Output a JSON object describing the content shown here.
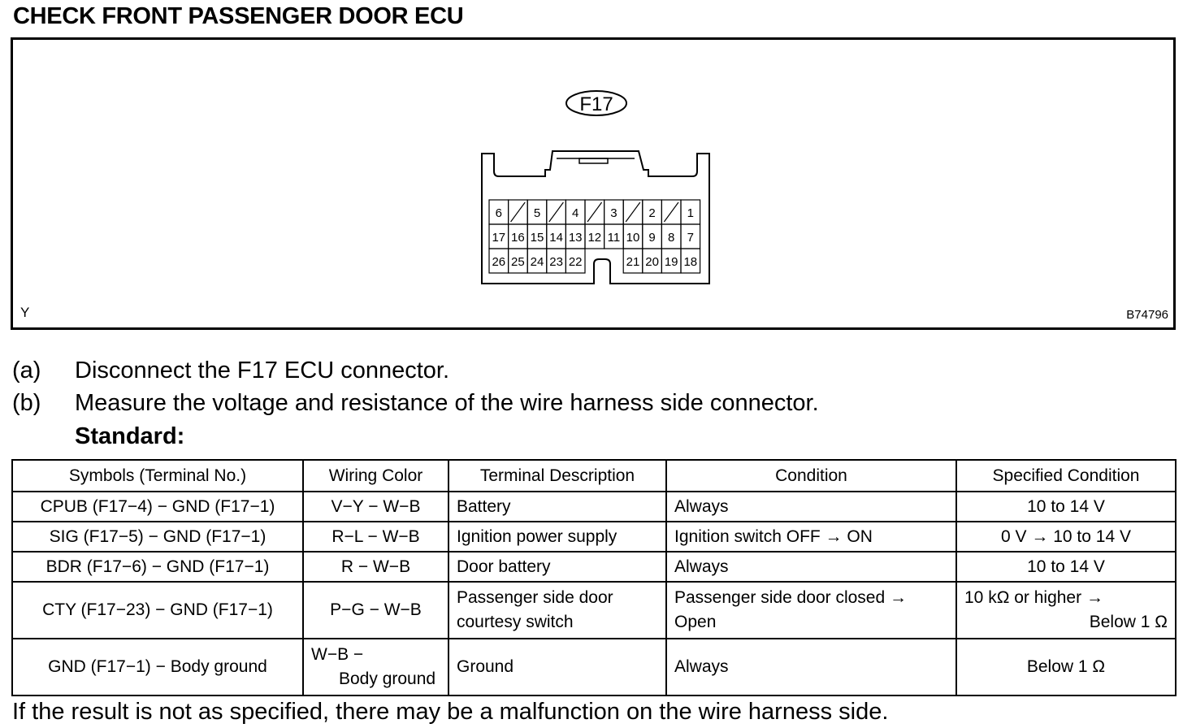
{
  "title": "CHECK FRONT PASSENGER  DOOR ECU",
  "figure": {
    "connector_label": "F17",
    "corner_letter": "Y",
    "figure_code": "B74796",
    "pins_row1": [
      "6",
      "",
      "5",
      "",
      "4",
      "",
      "3",
      "",
      "2",
      "",
      "1"
    ],
    "pins_row2": [
      "17",
      "16",
      "15",
      "14",
      "13",
      "12",
      "11",
      "10",
      "9",
      "8",
      "7"
    ],
    "pins_row3": [
      "26",
      "25",
      "24",
      "23",
      "22",
      "",
      "",
      "21",
      "20",
      "19",
      "18"
    ]
  },
  "steps": [
    {
      "label": "(a)",
      "text": "Disconnect the F17 ECU connector."
    },
    {
      "label": "(b)",
      "text": "Measure the voltage and resistance of the wire harness side connector."
    }
  ],
  "standard_label": "Standard:",
  "table": {
    "headers": [
      "Symbols (Terminal No.)",
      "Wiring Color",
      "Terminal Description",
      "Condition",
      "Specified Condition"
    ],
    "rows": [
      {
        "symbols": "CPUB (F17−4) − GND (F17−1)",
        "wiring": "V−Y − W−B",
        "description": "Battery",
        "condition": "Always",
        "specified": "10 to 14 V"
      },
      {
        "symbols": "SIG (F17−5) − GND (F17−1)",
        "wiring": "R−L − W−B",
        "description": "Ignition power supply",
        "condition": "Ignition switch OFF → ON",
        "specified": "0 V → 10 to 14 V"
      },
      {
        "symbols": "BDR (F17−6) − GND (F17−1)",
        "wiring": "R − W−B",
        "description": "Door battery",
        "condition": "Always",
        "specified": "10 to 14 V"
      },
      {
        "symbols": "CTY (F17−23) − GND (F17−1)",
        "wiring": "P−G − W−B",
        "description_1": "Passenger side door",
        "description_2": "courtesy switch",
        "condition_1": "Passenger side door closed →",
        "condition_2": "Open",
        "specified_1": "10 kΩ or higher →",
        "specified_2": "Below 1 Ω"
      },
      {
        "symbols": "GND (F17−1) − Body ground",
        "wiring_1": "W−B −",
        "wiring_2": "Body ground",
        "description": "Ground",
        "condition": "Always",
        "specified": "Below 1 Ω"
      }
    ]
  },
  "footer": "If the result is not as specified, there may be a malfunction on the wire harness side."
}
